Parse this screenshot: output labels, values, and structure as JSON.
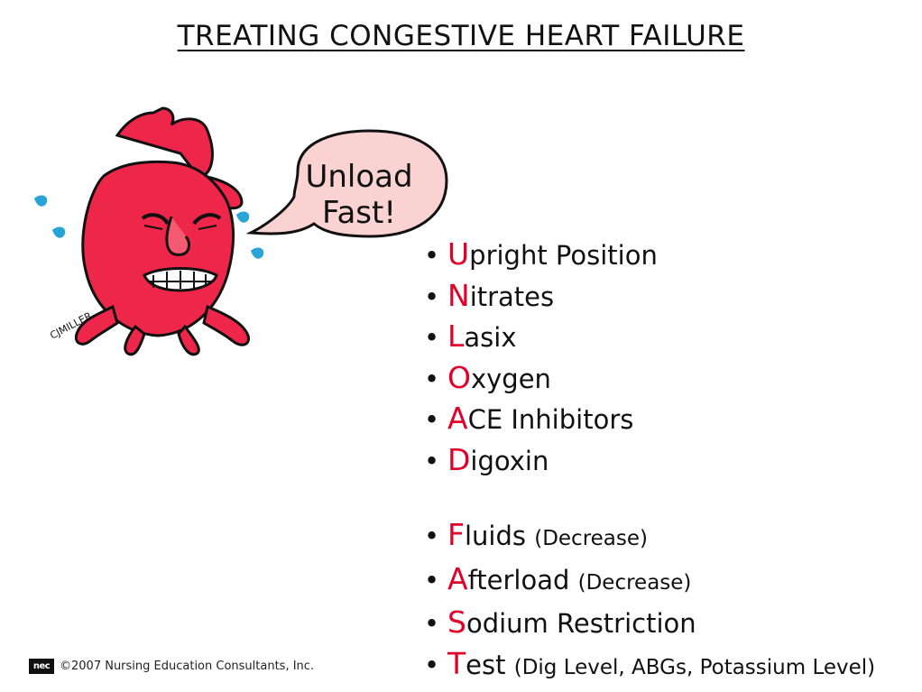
{
  "slide": {
    "title": "TREATING CONGESTIVE HEART FAILURE",
    "bubble": {
      "line1": "Unload",
      "line2": "Fast!"
    },
    "signature": "CJMILLER",
    "items": [
      {
        "initial": "U",
        "rest": "pright Position",
        "note": ""
      },
      {
        "initial": "N",
        "rest": "itrates",
        "note": ""
      },
      {
        "initial": "L",
        "rest": "asix",
        "note": ""
      },
      {
        "initial": "O",
        "rest": "xygen",
        "note": ""
      },
      {
        "initial": "A",
        "rest": "CE Inhibitors",
        "note": ""
      },
      {
        "initial": "D",
        "rest": "igoxin",
        "note": ""
      },
      {
        "initial": "F",
        "rest": "luids",
        "note": "(Decrease)"
      },
      {
        "initial": "A",
        "rest": "fterload",
        "note": "(Decrease)"
      },
      {
        "initial": "S",
        "rest": "odium Restriction",
        "note": ""
      },
      {
        "initial": "T",
        "rest": "est",
        "note": "(Dig Level, ABGs, Potassium Level)"
      }
    ],
    "bullet": "•",
    "footer": {
      "logo": "nec",
      "copyright": "©2007 Nursing Education Consultants, Inc."
    },
    "colors": {
      "heart": "#ee2649",
      "accent": "#e0002a",
      "bubble": "#fbd2d2",
      "tears": "#2aa3d6"
    }
  }
}
